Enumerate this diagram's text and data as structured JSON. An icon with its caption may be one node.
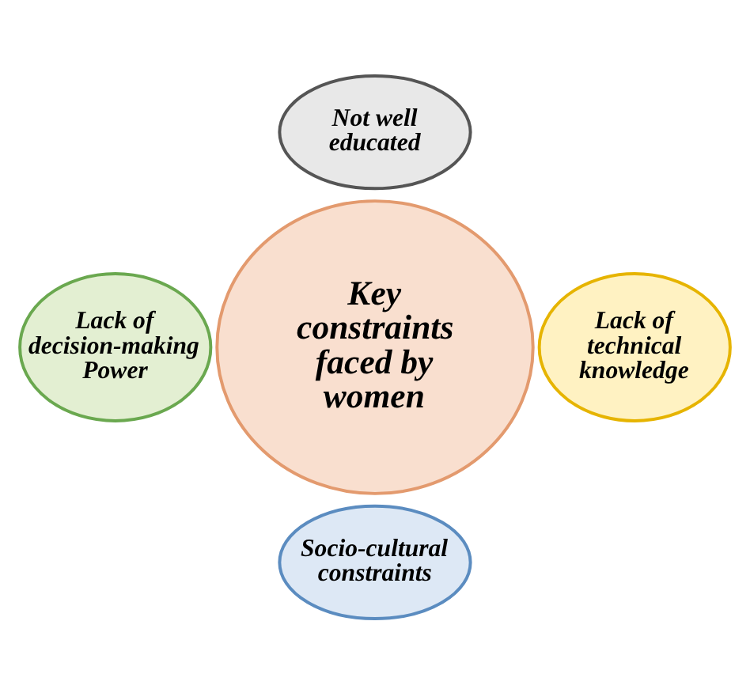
{
  "diagram": {
    "nodes": [
      {
        "text": [
          "Not well educated"
        ]
      },
      {
        "text": [
          "Lack of decision-making Power"
        ]
      },
      {
        "text": [
          "Key constraints faced by women"
        ]
      },
      {
        "text": [
          "Lack of technical knowledge"
        ]
      },
      {
        "text": [
          "Socio-cultural constraints"
        ]
      }
    ],
    "edges": []
  }
}
